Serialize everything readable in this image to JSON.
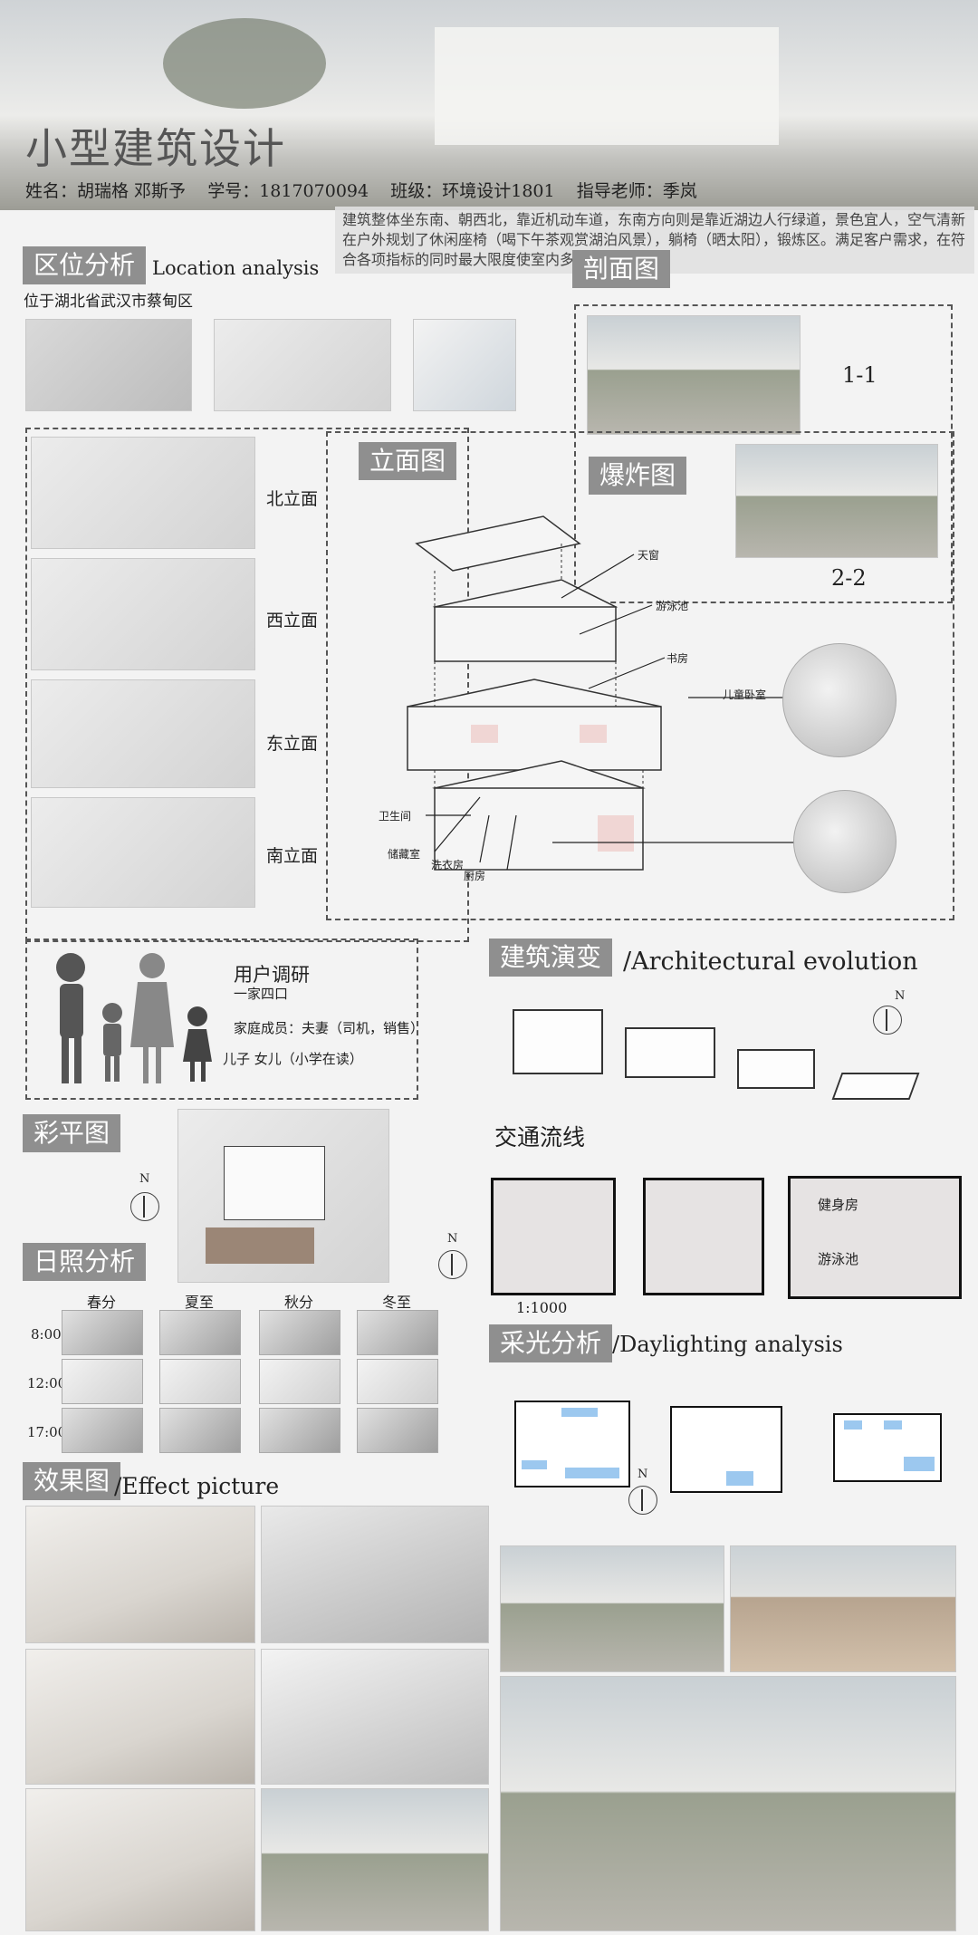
{
  "header": {
    "title": "小型建筑设计",
    "info": "姓名：胡瑞格 邓斯予    学号：1817070094    班级：环境设计1801    指导老师：季岚",
    "description": "建筑整体坐东南、朝西北，靠近机动车道，东南方向则是靠近湖边人行绿道，景色宜人，空气清新在户外规划了休闲座椅（喝下午茶观赏湖泊风景），躺椅（晒太阳），锻炼区。满足客户需求，在符合各项指标的同时最大限度使室内多通风"
  },
  "location": {
    "title": "区位分析",
    "title_en": "Location analysis",
    "subtitle": "位于湖北省武汉市蔡甸区"
  },
  "section": {
    "title": "剖面图",
    "label_1": "1-1",
    "label_2": "2-2"
  },
  "elevation": {
    "title": "立面图",
    "items": [
      "北立面",
      "西立面",
      "东立面",
      "南立面"
    ]
  },
  "explode": {
    "title": "爆炸图",
    "labels": [
      "天窗",
      "游泳池",
      "书房",
      "儿童卧室",
      "卫生间",
      "储藏室",
      "洗衣房",
      "厨房"
    ]
  },
  "user": {
    "title": "用户调研",
    "line1": "一家四口",
    "line2": "家庭成员：夫妻（司机，销售）",
    "line3": "儿子 女儿（小学在读）"
  },
  "evolution": {
    "title": "建筑演变",
    "title_en": "/Architectural evolution"
  },
  "colorplan": {
    "title": "彩平图"
  },
  "traffic": {
    "title": "交通流线",
    "scale": "1:1000",
    "room_1": "健身房",
    "room_2": "游泳池"
  },
  "sunlight": {
    "title": "日照分析",
    "seasons": [
      "春分",
      "夏至",
      "秋分",
      "冬至"
    ],
    "times": [
      "8:00",
      "12:00",
      "17:00"
    ]
  },
  "daylight": {
    "title": "采光分析",
    "title_en": "/Daylighting analysis"
  },
  "effect": {
    "title": "效果图",
    "title_en": "/Effect picture"
  },
  "north_label": "N"
}
